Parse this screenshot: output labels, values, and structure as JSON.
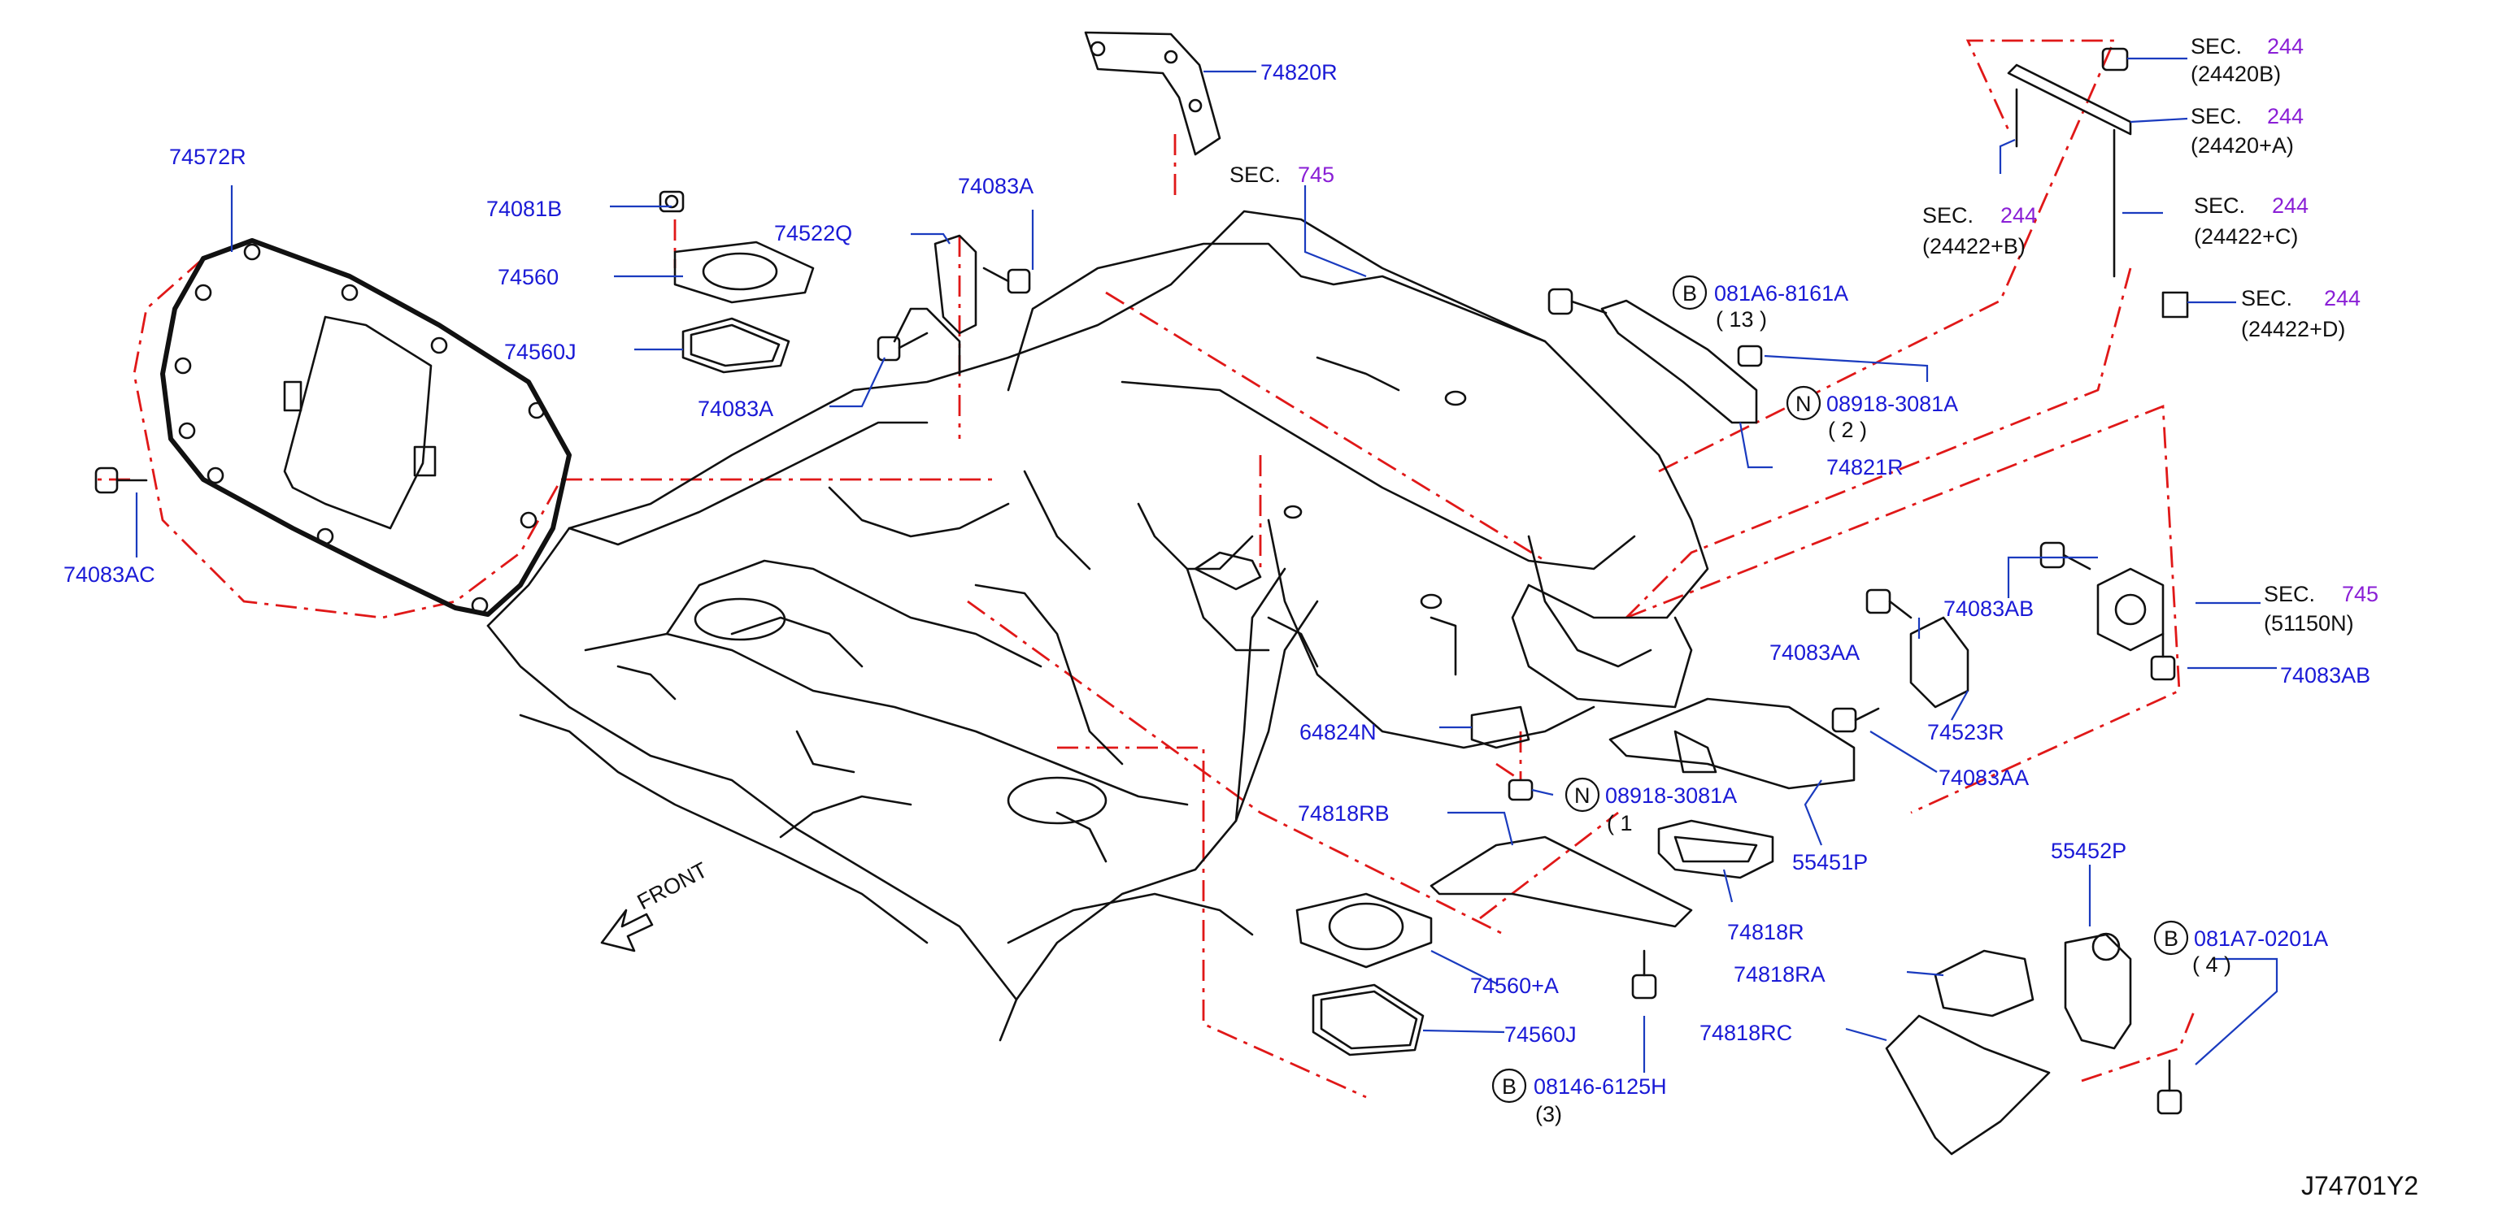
{
  "diagram": {
    "code": "J74701Y2",
    "front_label": "FRONT",
    "sec_prefix": "SEC.",
    "b_symbol": "B",
    "n_symbol": "N",
    "part_labels": {
      "p74572R": "74572R",
      "p74081B": "74081B",
      "p74560": "74560",
      "p74560J_top": "74560J",
      "p74083A_right": "74083A",
      "p74522Q": "74522Q",
      "p74083A_left": "74083A",
      "p74083AC": "74083AC",
      "p74820R": "74820R",
      "p74821R": "74821R",
      "p74083AB_top": "74083AB",
      "p74083AB_bottom": "74083AB",
      "p74083AA_top": "74083AA",
      "p74083AA_bottom": "74083AA",
      "p74523R": "74523R",
      "p64824N": "64824N",
      "p74818RB": "74818RB",
      "p55451P": "55451P",
      "p74818R": "74818R",
      "p74560A": "74560+A",
      "p74560J_bottom": "74560J",
      "p55452P": "55452P",
      "p74818RA": "74818RA",
      "p74818RC": "74818RC"
    },
    "fasteners": {
      "f1_code": "081A6-8161A",
      "f1_qty": "( 13 )",
      "f2_code": "08918-3081A",
      "f2_qty": "( 2 )",
      "f3_code": "08918-3081A",
      "f3_qty": "( 1",
      "f4_code": "08146-6125H",
      "f4_qty": "(3)",
      "f5_code": "081A7-0201A",
      "f5_qty": "( 4 )"
    },
    "sections": {
      "s745_top": "745",
      "s244_a": "244",
      "s244_a_ref": "(24420B)",
      "s244_b": "244",
      "s244_b_ref": "(24420+A)",
      "s244_c": "244",
      "s244_c_ref": "(24422+B)",
      "s244_d": "244",
      "s244_d_ref": "(24422+C)",
      "s244_e": "244",
      "s244_e_ref": "(24422+D)",
      "s745_right": "745",
      "s745_right_ref": "(51150N)"
    },
    "colors": {
      "label": "#1a1ad6",
      "section_number": "#8a1fd6",
      "leader_line": "#1a3bbf",
      "dashed_line": "#e01818",
      "part_outline": "#111111"
    }
  }
}
